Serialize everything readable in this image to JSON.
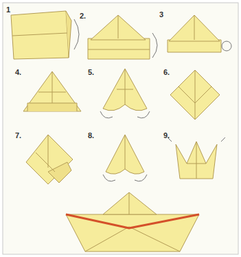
{
  "diagram": {
    "labels": [
      "1",
      "2.",
      "3",
      "4.",
      "5.",
      "6.",
      "7.",
      "8.",
      "9."
    ]
  }
}
